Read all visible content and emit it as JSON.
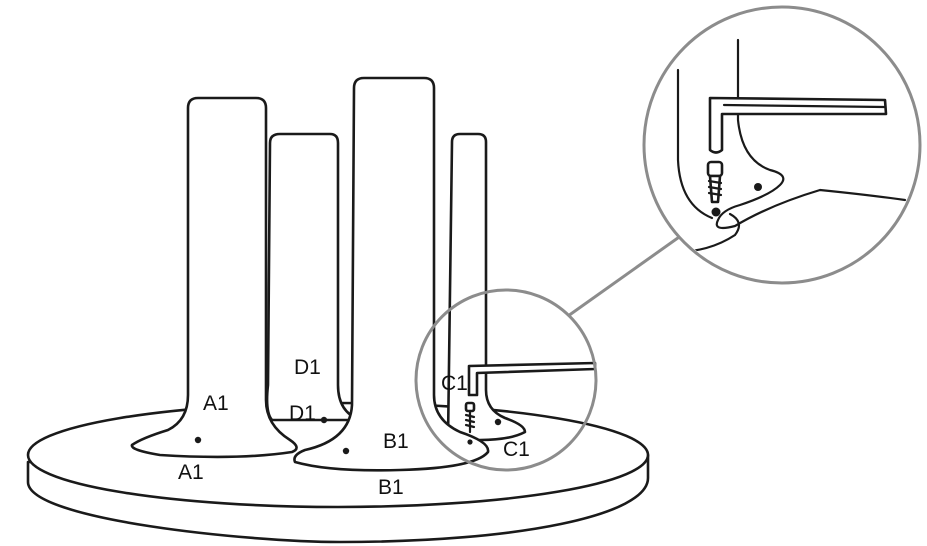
{
  "labels": {
    "a1_upper": "A1",
    "a1_lower": "A1",
    "b1_upper": "B1",
    "b1_lower": "B1",
    "c1_left": "C1",
    "c1_right": "C1",
    "d1_upper": "D1",
    "d1_lower": "D1"
  },
  "colors": {
    "line": "#1a1a1a",
    "callout": "#8c8c8c",
    "background": "#ffffff"
  },
  "icons": {
    "tool": "allen-key",
    "fastener": "screw"
  }
}
